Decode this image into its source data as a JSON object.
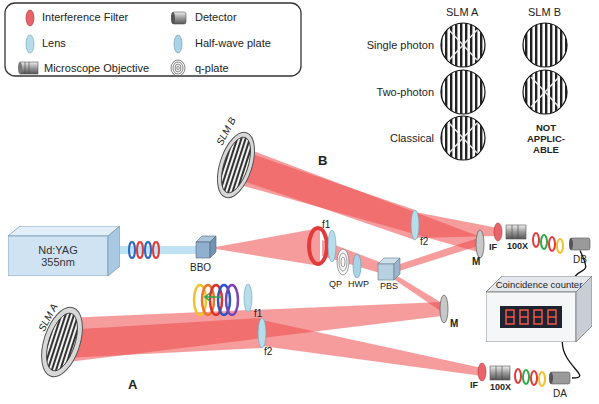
{
  "diagram": {
    "nodes": [
      {
        "text": [
          "Nd:YAG 355nm"
        ]
      },
      {
        "text": [
          "DB"
        ]
      },
      {
        "text": [
          "DA"
        ]
      },
      {
        "text": [
          "Coincidence counter"
        ]
      }
    ],
    "edges": [
      {
        "from": 1,
        "to": 3,
        "arrow": "none"
      },
      {
        "from": 2,
        "to": 3,
        "arrow": "none"
      }
    ],
    "labels": [
      "SLM B",
      "BBO",
      "f1",
      "f1",
      "QP",
      "HWP",
      "PBS",
      "M",
      "M",
      "f2",
      "f2",
      "IF",
      "100X",
      "IF",
      "100X",
      "B",
      "A",
      "SLM A",
      "SLM A",
      "SLM B",
      "Single photon",
      "Two-photon",
      "Classical",
      "NOT APPLIC- ABLE"
    ],
    "legend": [
      {
        "text": "Interference Filter"
      },
      {
        "text": "Detector"
      },
      {
        "text": "Lens"
      },
      {
        "text": "Half-wave plate"
      },
      {
        "text": "Microscope Objective"
      },
      {
        "text": "q-plate"
      }
    ]
  }
}
